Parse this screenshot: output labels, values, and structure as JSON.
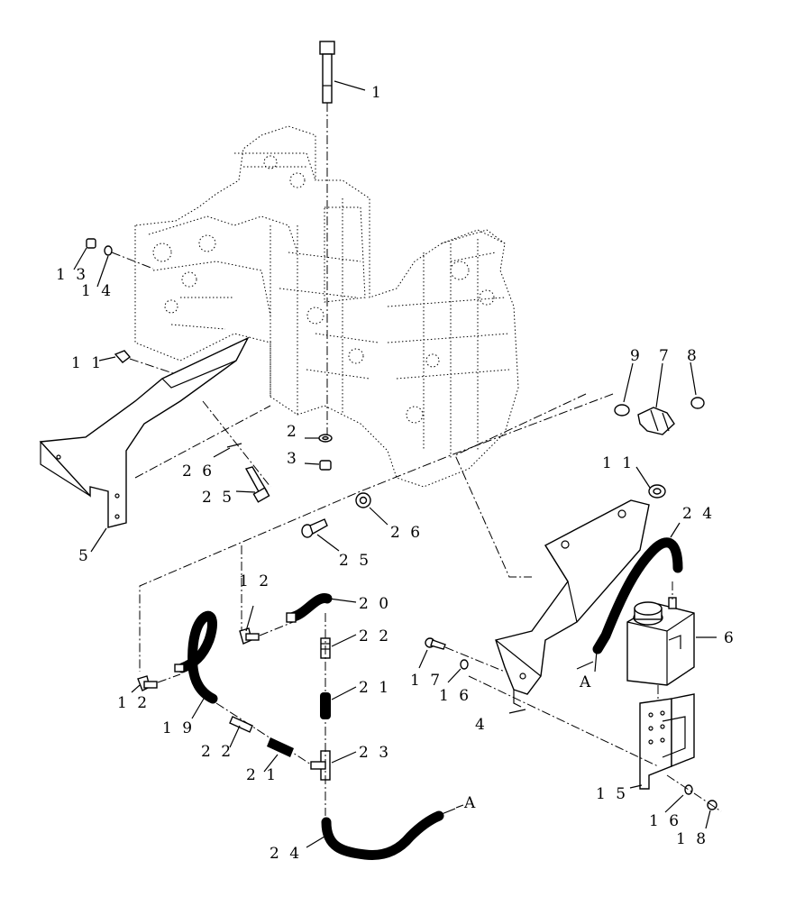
{
  "callouts": [
    {
      "id": "c1",
      "label": "1"
    },
    {
      "id": "c2",
      "label": "2"
    },
    {
      "id": "c3",
      "label": "3"
    },
    {
      "id": "c4",
      "label": "4"
    },
    {
      "id": "c5",
      "label": "5"
    },
    {
      "id": "c6",
      "label": "6"
    },
    {
      "id": "c7",
      "label": "7"
    },
    {
      "id": "c8",
      "label": "8"
    },
    {
      "id": "c9",
      "label": "9"
    },
    {
      "id": "c11a",
      "label": "1 1"
    },
    {
      "id": "c11b",
      "label": "1 1"
    },
    {
      "id": "c12a",
      "label": "1 2"
    },
    {
      "id": "c12b",
      "label": "1 2"
    },
    {
      "id": "c13",
      "label": "1 3"
    },
    {
      "id": "c14",
      "label": "1 4"
    },
    {
      "id": "c15",
      "label": "1 5"
    },
    {
      "id": "c16a",
      "label": "1 6"
    },
    {
      "id": "c16b",
      "label": "1 6"
    },
    {
      "id": "c17",
      "label": "1 7"
    },
    {
      "id": "c18",
      "label": "1 8"
    },
    {
      "id": "c19",
      "label": "1 9"
    },
    {
      "id": "c20",
      "label": "2 0"
    },
    {
      "id": "c21a",
      "label": "2 1"
    },
    {
      "id": "c21b",
      "label": "2 1"
    },
    {
      "id": "c22a",
      "label": "2 2"
    },
    {
      "id": "c22b",
      "label": "2 2"
    },
    {
      "id": "c23",
      "label": "2 3"
    },
    {
      "id": "c24a",
      "label": "2 4"
    },
    {
      "id": "c24b",
      "label": "2 4"
    },
    {
      "id": "c25a",
      "label": "2 5"
    },
    {
      "id": "c25b",
      "label": "2 5"
    },
    {
      "id": "c26a",
      "label": "2 6"
    },
    {
      "id": "c26b",
      "label": "2 6"
    },
    {
      "id": "refA1",
      "label": "A"
    },
    {
      "id": "refA2",
      "label": "A"
    }
  ]
}
